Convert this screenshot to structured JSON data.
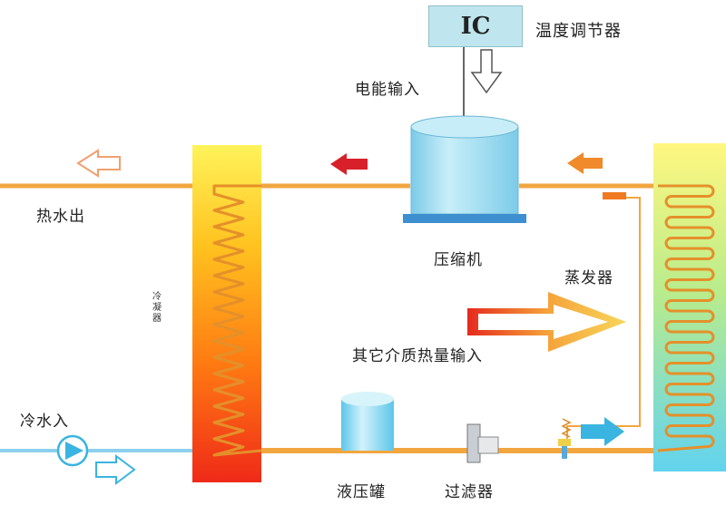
{
  "diagram": {
    "ic_label": "IC",
    "temperature_controller": "温度调节器",
    "power_input": "电能输入",
    "hot_water_out": "热水出",
    "compressor": "压缩机",
    "evaporator": "蒸发器",
    "other_heat_input": "其它介质热量输入",
    "condenser": "冷凝器",
    "cold_water_in": "冷水入",
    "liquid_tank": "液压罐",
    "filter": "过滤器"
  },
  "colors": {
    "pipe": "#f2a640",
    "pipe_dark": "#d88722",
    "water_pipe": "#79c3e6",
    "arrow_red": "#d8202a",
    "arrow_orange": "#f08a2a",
    "arrow_cyan": "#3ab4e0",
    "compressor_blue": "#8fd3f0",
    "ic_fill": "#bfe6ee"
  }
}
